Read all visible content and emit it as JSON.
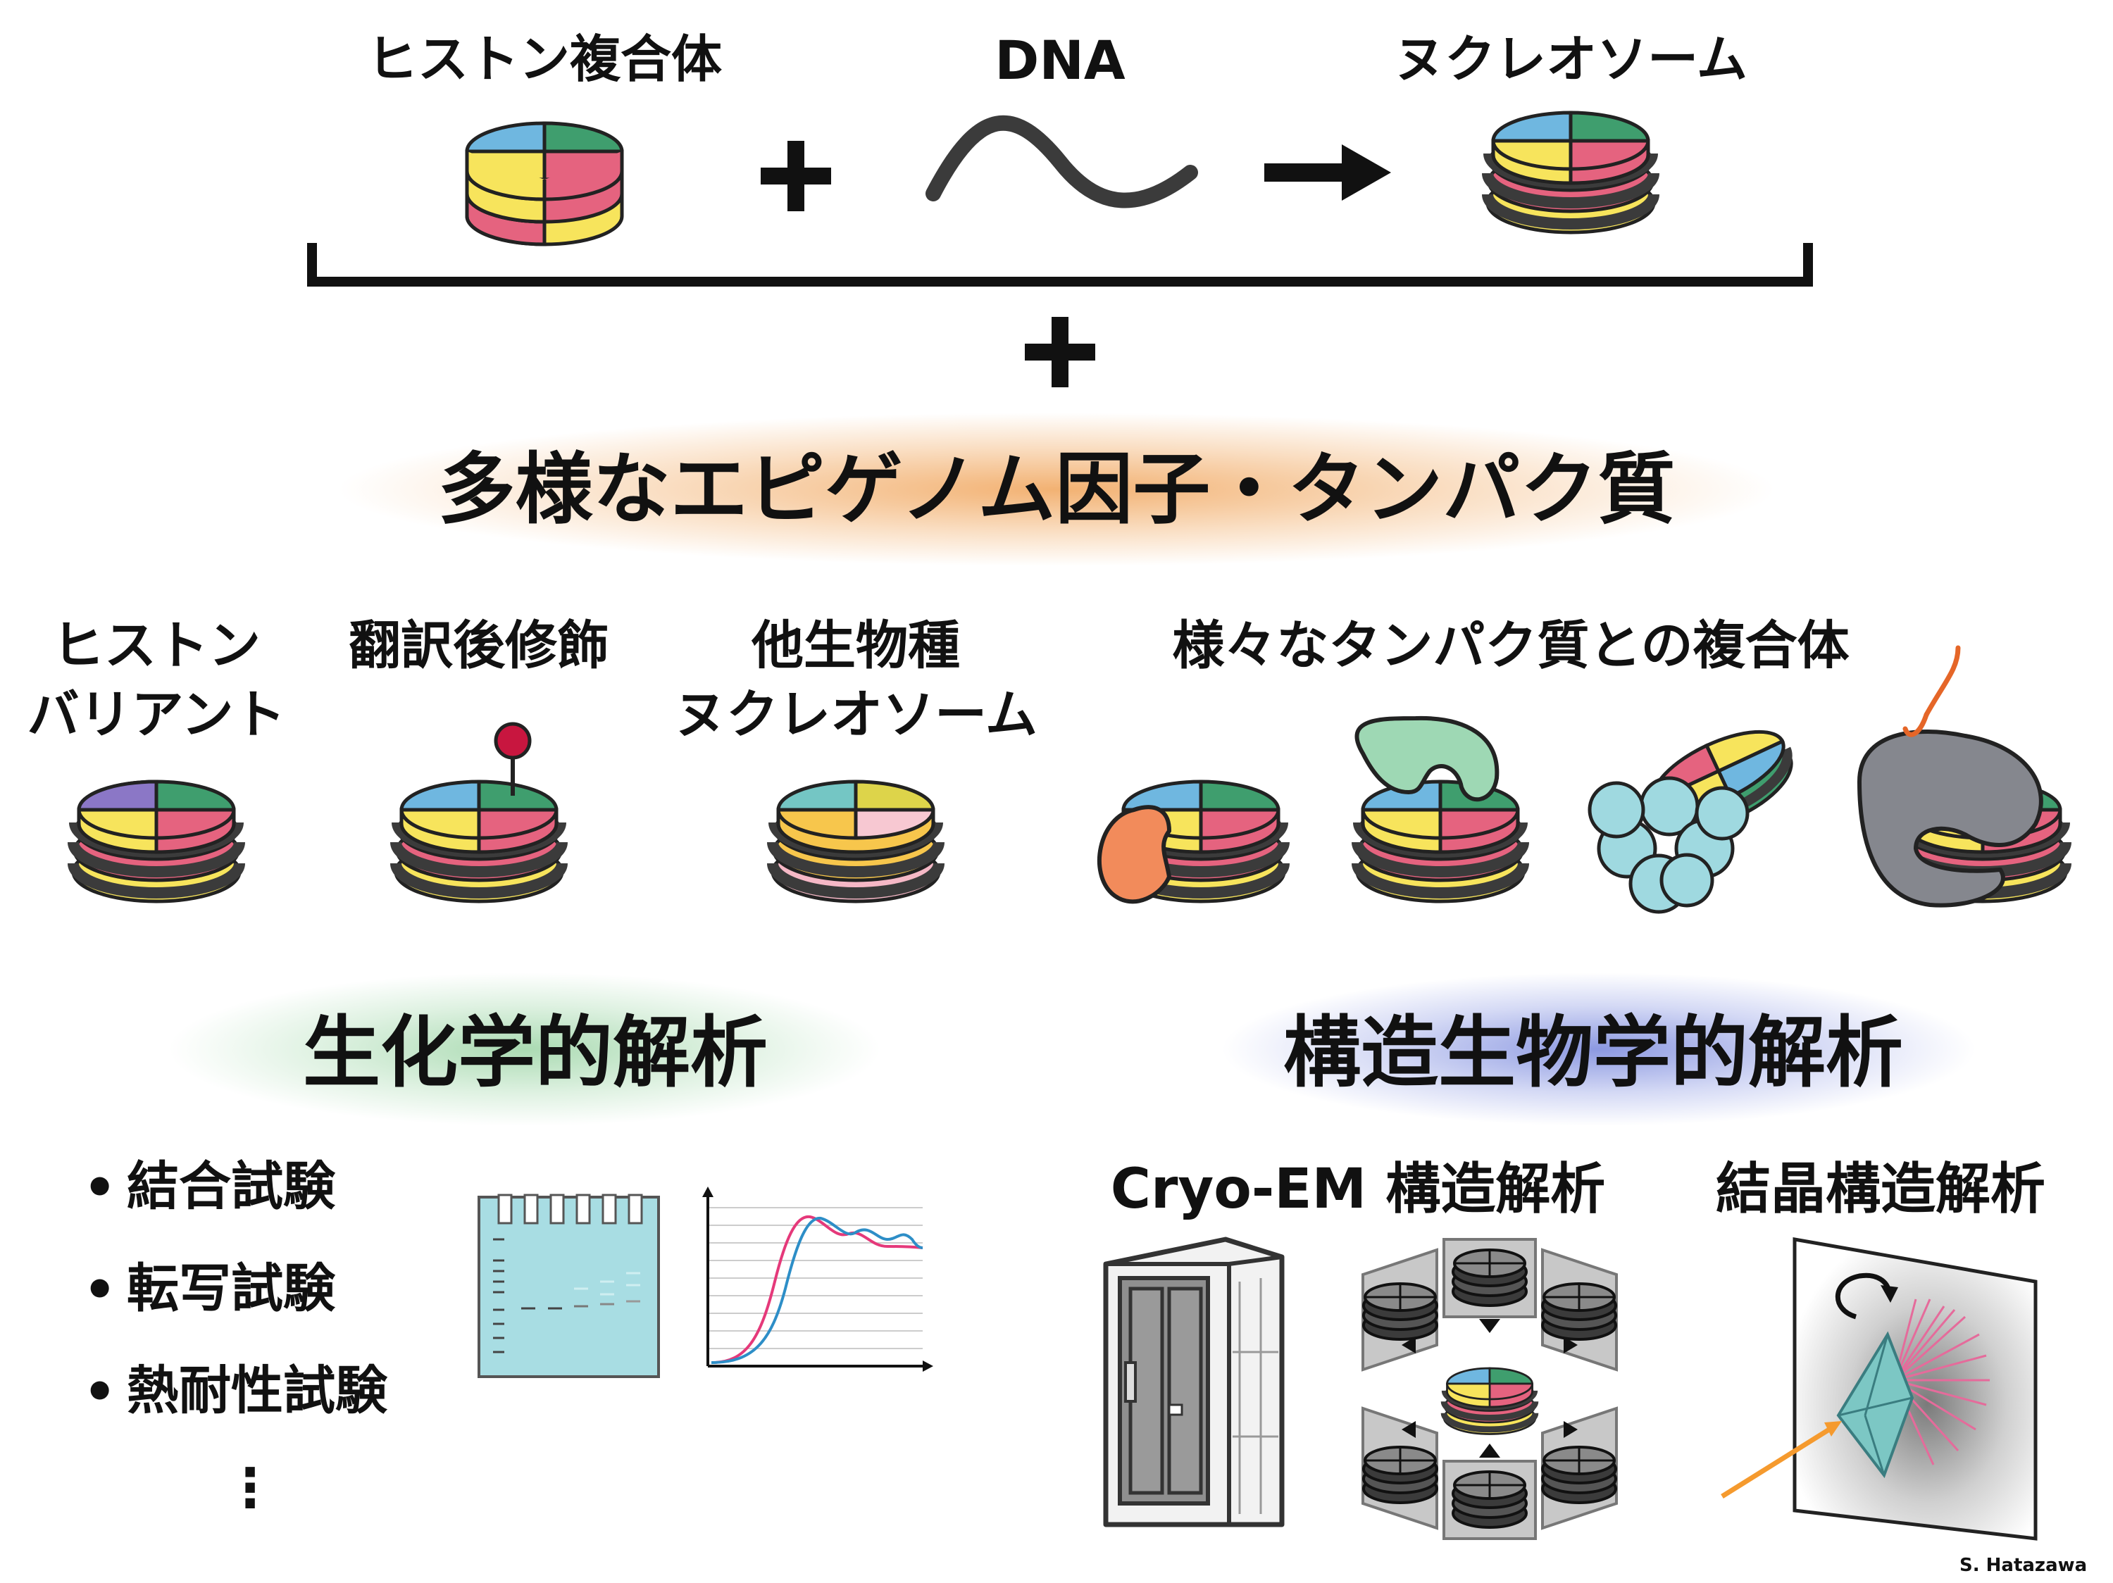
{
  "top": {
    "histone_label": "ヒストン複合体",
    "dna_label": "DNA",
    "nucleosome_label": "ヌクレオソーム"
  },
  "factors_title": "多様なエピゲノム因子・タンパク質",
  "categories": {
    "variant": [
      "ヒストン",
      "バリアント"
    ],
    "ptm": "翻訳後修飾",
    "species": [
      "他生物種",
      "ヌクレオソーム"
    ],
    "complexes": "様々なタンパク質との複合体"
  },
  "biochem": {
    "title": "生化学的解析",
    "items": [
      "結合試験",
      "転写試験",
      "熱耐性試験"
    ],
    "ellipsis": "⋮"
  },
  "structural": {
    "title": "構造生物学的解析",
    "cryo_label": "Cryo-EM 構造解析",
    "xtal_label": "結晶構造解析"
  },
  "credit": "S. Hatazawa",
  "colors": {
    "blue": "#6fb7e0",
    "green": "#3f9e6e",
    "yellow": "#f7e45c",
    "pink": "#e5637f",
    "dark": "#3b3b3b",
    "orange_glow": "#f0a45a",
    "green_glow": "#a8d8b0",
    "blue_glow": "#8d9be0"
  }
}
